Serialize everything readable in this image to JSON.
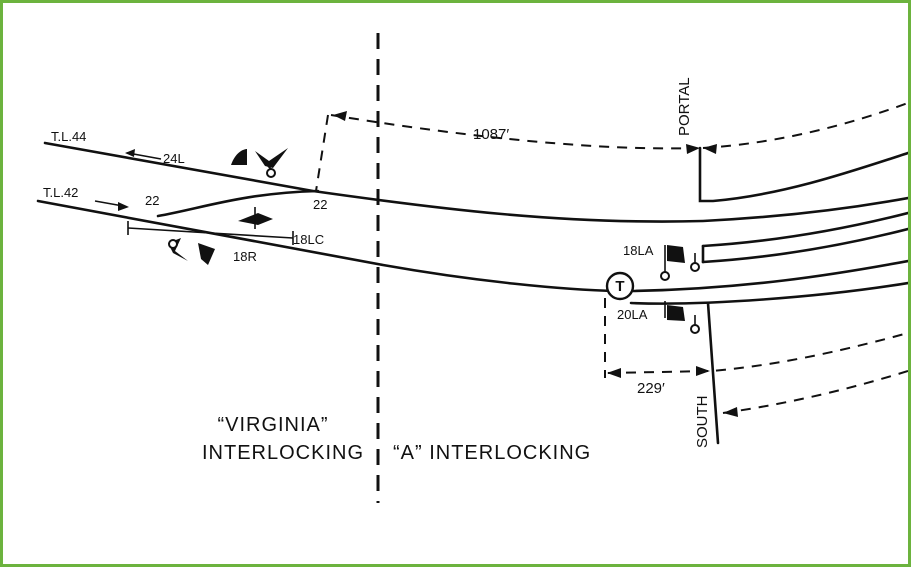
{
  "labels": {
    "tl44": "T.L.44",
    "tl42": "T.L.42",
    "sig24l": "24L",
    "sw22a": "22",
    "sw22b": "22",
    "sig18lc": "18LC",
    "sig18r": "18R",
    "dist1087": "1087′",
    "portal": "PORTAL",
    "sig18la": "18LA",
    "sig20la": "20LA",
    "dist229": "229′",
    "south": "SOUTH",
    "tcircle": "T"
  },
  "zones": {
    "virginia_line1": "“VIRGINIA”",
    "virginia_line2": "INTERLOCKING",
    "a_interlocking": "“A” INTERLOCKING"
  },
  "colors": {
    "border": "#6cb33e",
    "ink": "#111111"
  }
}
